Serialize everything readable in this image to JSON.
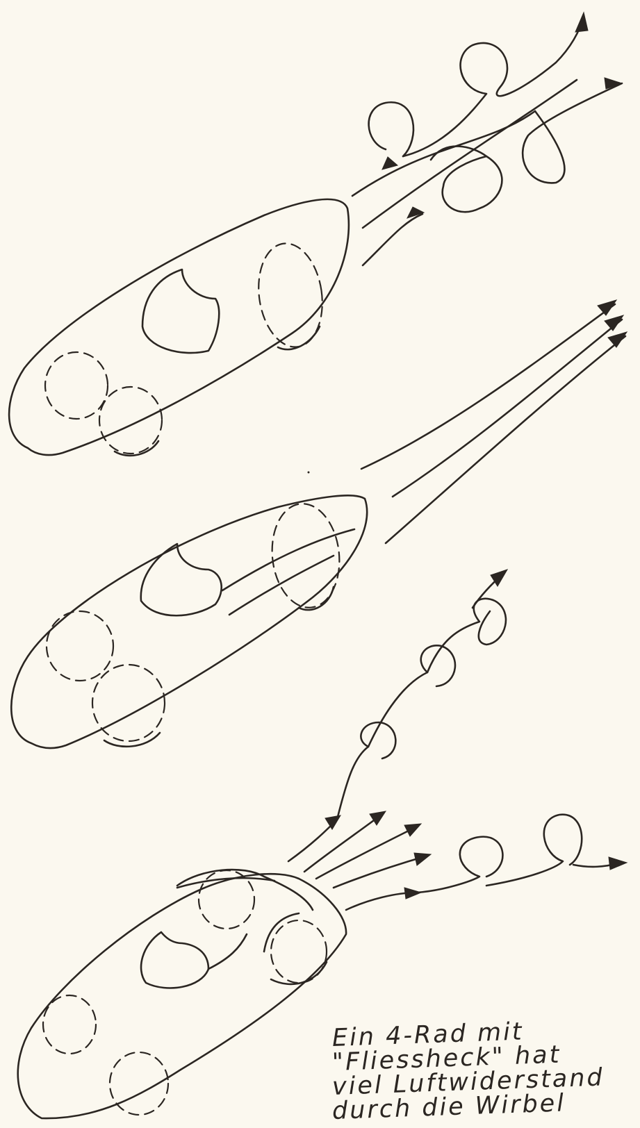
{
  "caption": {
    "line1": "Ein 4-Rad mit",
    "line2": "\"Fliessheck\" hat",
    "line3": "viel Luftwiderstand",
    "line4": "durch die Wirbel"
  },
  "colors": {
    "paper": "#fbf8ef",
    "ink": "#2b2622"
  }
}
